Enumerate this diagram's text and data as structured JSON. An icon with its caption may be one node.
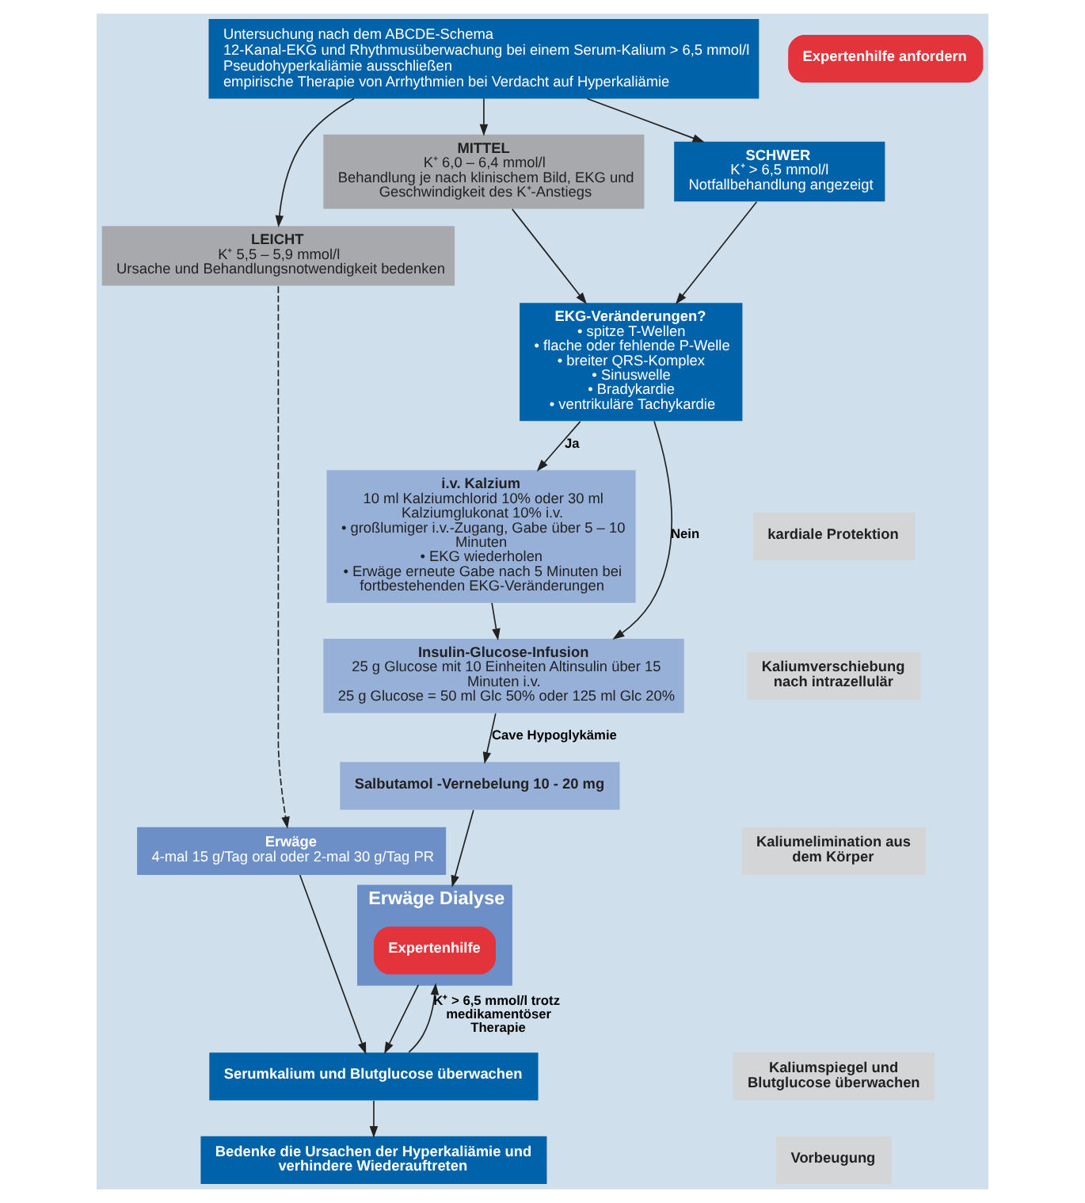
{
  "diagram": {
    "nodes": [
      {
        "text": [
          "Untersuchung nach dem ABCDE-Schema",
          "12-Kanal-EKG und Rhythmusüberwachung bei einem Serum-Kalium > 6,5 mmol/l",
          "Pseudohyperkaliämie ausschließen",
          "empirische Therapie von Arrhythmien bei Verdacht auf Hyperkaliämie"
        ]
      },
      {
        "text": [
          "LEICHT",
          "K⁺ 5,5 – 5,9 mmol/l",
          "Ursache und Behandlungsnotwendigkeit bedenken"
        ]
      },
      {
        "text": [
          "MITTEL",
          "K⁺ 6,0 – 6,4 mmol/l",
          "Behandlung je nach klinischem Bild, EKG und Geschwindigkeit des K⁺-Anstiegs"
        ]
      },
      {
        "text": [
          "SCHWER",
          "K⁺ > 6,5 mmol/l",
          "Notfallbehandlung angezeigt"
        ]
      },
      {
        "text": [
          "Expertenhilfe anfordern"
        ]
      },
      {
        "text": [
          "EKG-Veränderungen?",
          "• spitze T-Wellen",
          "• flache oder fehlende P-Welle",
          "• breiter QRS-Komplex",
          "• Sinuswelle",
          "• Bradykardie",
          "• ventrikuläre Tachykardie"
        ]
      },
      {
        "text": [
          "i.v. Kalzium",
          "10 ml Kalziumchlorid 10% oder 30 ml Kalziumglukonat 10% i.v.",
          "• großlumiger i.v.-Zugang, Gabe über 5 – 10 Minuten",
          "• EKG wiederholen",
          "• Erwäge erneute Gabe nach 5 Minuten bei fortbestehenden EKG-Veränderungen"
        ]
      },
      {
        "text": [
          "Insulin-Glucose-Infusion",
          "25 g Glucose mit 10 Einheiten Altinsulin über 15 Minuten i.v.",
          "25 g Glucose = 50 ml Glc 50% oder 125 ml Glc 20%"
        ]
      },
      {
        "text": [
          "Salbutamol -Vernebelung 10 - 20 mg"
        ]
      },
      {
        "text": [
          "Erwäge",
          "4-mal 15 g/Tag oral oder 2-mal 30 g/Tag PR"
        ]
      },
      {
        "text": [
          "Erwäge Dialyse"
        ]
      },
      {
        "text": [
          "Expertenhilfe"
        ],
        "in": 10
      },
      {
        "text": [
          "Serumkalium und Blutglucose überwachen"
        ]
      },
      {
        "text": [
          "Bedenke die Ursachen der Hyperkaliämie und verhindere Wiederauftreten"
        ]
      },
      {
        "text": [
          "kardiale Protektion"
        ]
      },
      {
        "text": [
          "Kaliumverschiebung nach intrazellulär"
        ]
      },
      {
        "text": [
          "Kaliumelimination aus dem Körper"
        ]
      },
      {
        "text": [
          "Kaliumspiegel und Blutglucose überwachen"
        ]
      },
      {
        "text": [
          "Vorbeugung"
        ]
      }
    ],
    "edges": [
      {
        "from": 0,
        "to": 1,
        "arrow": "to"
      },
      {
        "from": 0,
        "to": 2,
        "arrow": "to"
      },
      {
        "from": 0,
        "to": 3,
        "arrow": "to"
      },
      {
        "from": 1,
        "to": 9,
        "arrow": "to",
        "style": "dashed"
      },
      {
        "from": 2,
        "to": 5,
        "arrow": "to"
      },
      {
        "from": 3,
        "to": 5,
        "arrow": "to"
      },
      {
        "from": 5,
        "to": 7,
        "arrow": "to",
        "label": "Nein"
      },
      {
        "from": 5,
        "to": 6,
        "arrow": "to",
        "label": "Ja"
      },
      {
        "from": 6,
        "to": 7,
        "arrow": "to"
      },
      {
        "from": 7,
        "to": 8,
        "arrow": "to",
        "label": "Cave Hypoglykämie"
      },
      {
        "from": 8,
        "to": 10,
        "arrow": "to"
      },
      {
        "from": 9,
        "to": 12,
        "arrow": "to"
      },
      {
        "from": 10,
        "to": 12,
        "arrow": "to"
      },
      {
        "from": 12,
        "to": 10,
        "arrow": "to",
        "label": "K⁺ > 6,5 mmol/l trotz medikamentöser Therapie"
      },
      {
        "from": 12,
        "to": 13,
        "arrow": "to"
      }
    ]
  }
}
